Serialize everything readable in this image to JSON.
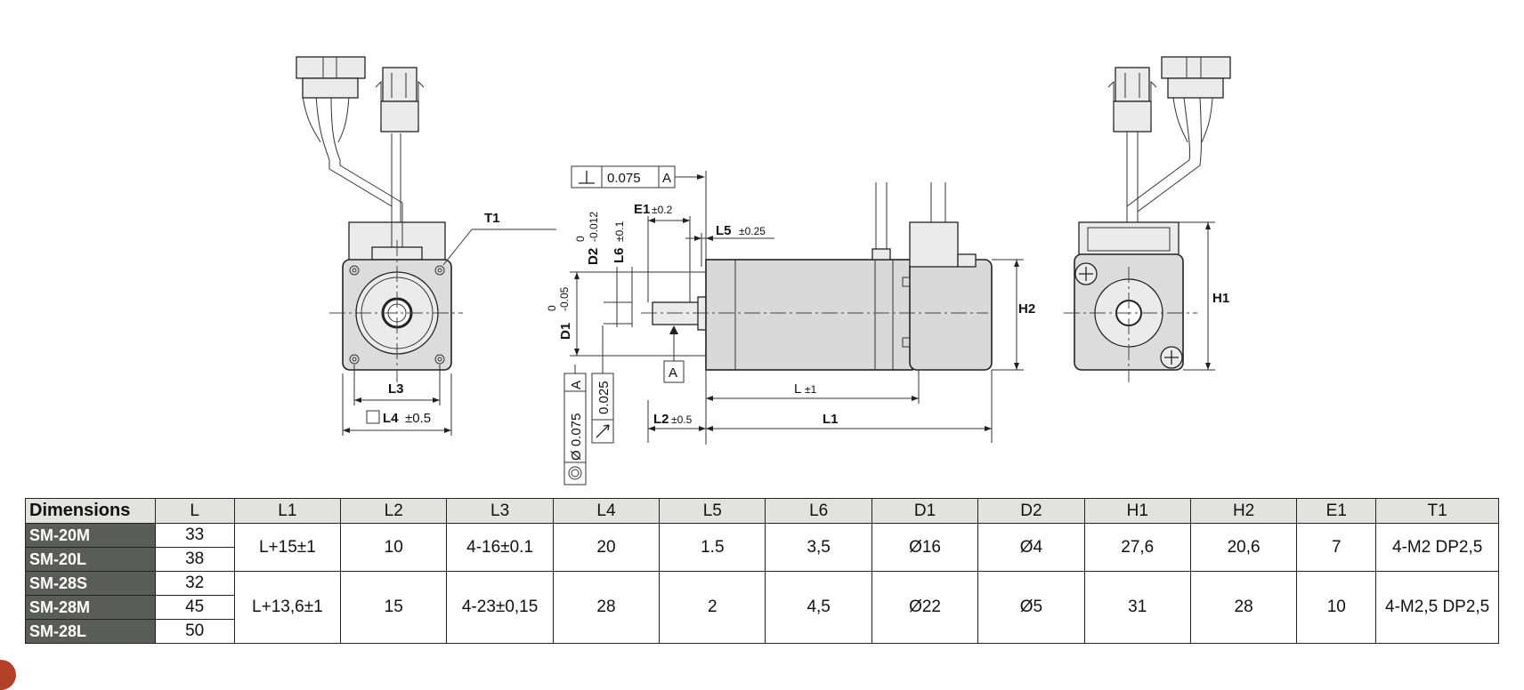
{
  "drawing": {
    "labels": {
      "t1": "T1",
      "l3": "L3",
      "l4": "L4",
      "l4_tol": "±0.5",
      "perp_value": "0.075",
      "datum": "A",
      "e1": "E1",
      "e1_tol": "±0.2",
      "l5": "L5",
      "l5_tol": "±0.25",
      "d2": "D2",
      "d2_tol_upper": "0",
      "d2_tol_lower": "-0.012",
      "l6": "L6",
      "l6_tol": "±0.1",
      "d1": "D1",
      "d1_tol_upper": "0",
      "d1_tol_lower": "-0.05",
      "conc_value": "Ø 0.075",
      "runout_value": "0.025",
      "datum_a": "A",
      "l_dim": "L",
      "l_tol": "±1",
      "l1": "L1",
      "l2": "L2",
      "l2_tol": "±0.5",
      "h1": "H1",
      "h2": "H2"
    }
  },
  "table": {
    "headers": [
      "Dimensions",
      "L",
      "L1",
      "L2",
      "L3",
      "L4",
      "L5",
      "L6",
      "D1",
      "D2",
      "H1",
      "H2",
      "E1",
      "T1"
    ],
    "group1": {
      "models": [
        "SM-20M",
        "SM-20L"
      ],
      "L": [
        "33",
        "38"
      ],
      "L1": "L+15±1",
      "L2": "10",
      "L3": "4-16±0.1",
      "L4": "20",
      "L5": "1.5",
      "L6": "3,5",
      "D1": "Ø16",
      "D2": "Ø4",
      "H1": "27,6",
      "H2": "20,6",
      "E1": "7",
      "T1": "4-M2 DP2,5"
    },
    "group2": {
      "models": [
        "SM-28S",
        "SM-28M",
        "SM-28L"
      ],
      "L": [
        "32",
        "45",
        "50"
      ],
      "L1": "L+13,6±1",
      "L2": "15",
      "L3": "4-23±0,15",
      "L4": "28",
      "L5": "2",
      "L6": "4,5",
      "D1": "Ø22",
      "D2": "Ø5",
      "H1": "31",
      "H2": "28",
      "E1": "10",
      "T1": "4-M2,5 DP2,5"
    }
  }
}
